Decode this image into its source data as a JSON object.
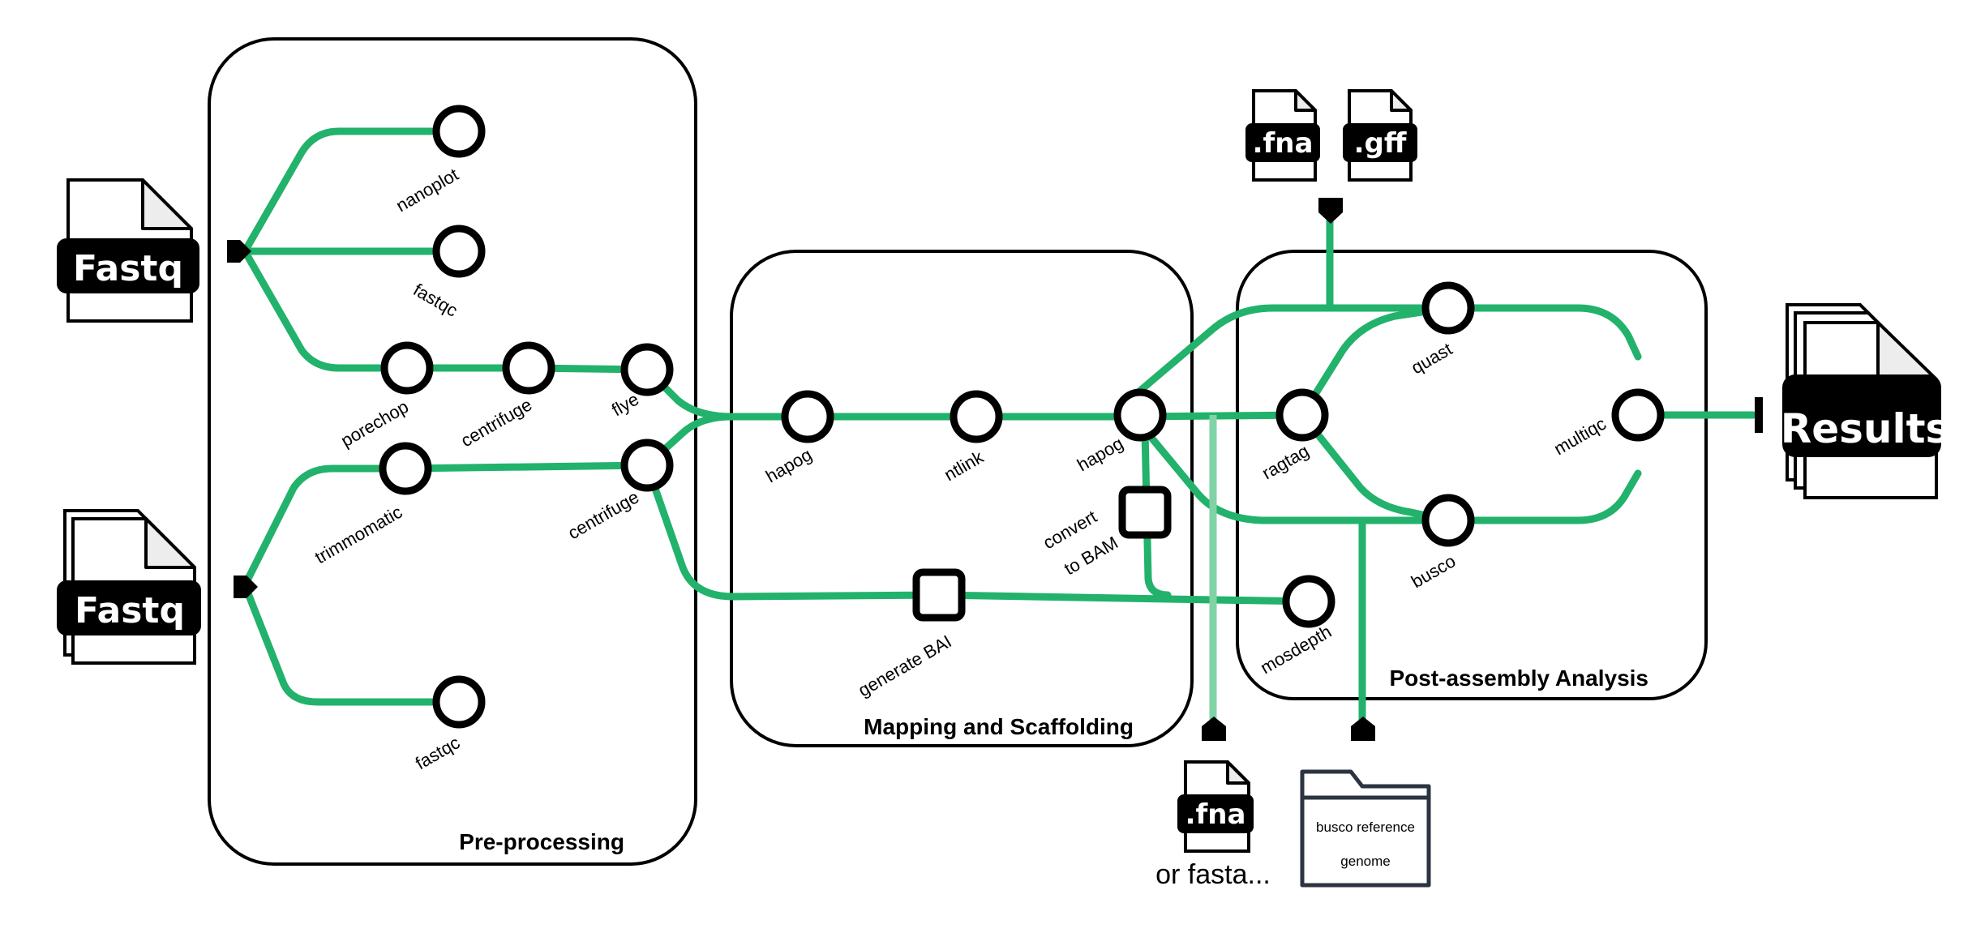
{
  "groups": {
    "preprocessing": "Pre-processing",
    "mapping": "Mapping and Scaffolding",
    "post": "Post-assembly Analysis"
  },
  "stations": {
    "nanoplot": "nanoplot",
    "fastqc_top": "fastqc",
    "porechop": "porechop",
    "centrifuge_top": "centrifuge",
    "flye": "flye",
    "trimmomatic": "trimmomatic",
    "centrifuge_bottom": "centrifuge",
    "fastqc_bottom": "fastqc",
    "hapog_1": "hapog",
    "ntlink": "ntlink",
    "hapog_2": "hapog",
    "convert_bam_1": "convert",
    "convert_bam_2": "to BAM",
    "generate_bai": "generate BAI",
    "ragtag": "ragtag",
    "quast": "quast",
    "busco": "busco",
    "multiqc": "multiqc",
    "mosdepth": "mosdepth"
  },
  "files": {
    "fastq_1": "Fastq",
    "fastq_2": "Fastq",
    "fna_ref": ".fna",
    "gff_ref": ".gff",
    "fna_bottom": ".fna",
    "or_fasta": "or fasta...",
    "busco_ref_1": "busco reference",
    "busco_ref_2": "genome",
    "results": "Results"
  },
  "colors": {
    "line": "#22b26c",
    "line_light": "#7fd3a5",
    "folder": "#2b3440"
  }
}
